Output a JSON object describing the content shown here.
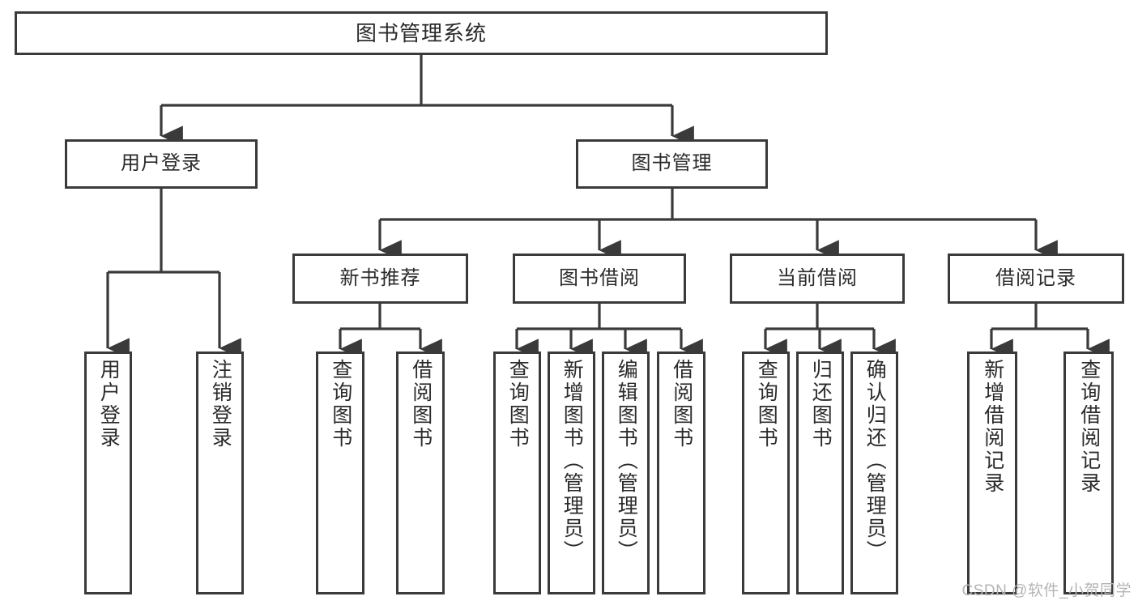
{
  "diagram": {
    "title": "图书管理系统",
    "type": "tree",
    "orientation": "top-down",
    "stroke_color": "#3a3a3a",
    "fill_color": "#ffffff",
    "text_color": "#2b2b2b",
    "background": "#ffffff"
  },
  "watermark": {
    "text": "CSDN @软件_小贺同学",
    "color": "#b4b4b4"
  },
  "nodes": {
    "root": {
      "label": "图书管理系统"
    },
    "level1": [
      {
        "label": "用户登录"
      },
      {
        "label": "图书管理"
      }
    ],
    "level2": [
      {
        "label": "新书推荐"
      },
      {
        "label": "图书借阅"
      },
      {
        "label": "当前借阅"
      },
      {
        "label": "借阅记录"
      }
    ],
    "leaves": {
      "user_login": [
        {
          "label": "用户登录"
        },
        {
          "label": "注销登录"
        }
      ],
      "new_book_recommend": [
        {
          "label": "查询图书"
        },
        {
          "label": "借阅图书"
        }
      ],
      "book_borrow": [
        {
          "label": "查询图书"
        },
        {
          "label": "新增图书（管理员）"
        },
        {
          "label": "编辑图书（管理员）"
        },
        {
          "label": "借阅图书"
        }
      ],
      "current_borrow": [
        {
          "label": "查询图书"
        },
        {
          "label": "归还图书"
        },
        {
          "label": "确认归还（管理员）"
        }
      ],
      "borrow_record": [
        {
          "label": "新增借阅记录"
        },
        {
          "label": "查询借阅记录"
        }
      ]
    }
  }
}
